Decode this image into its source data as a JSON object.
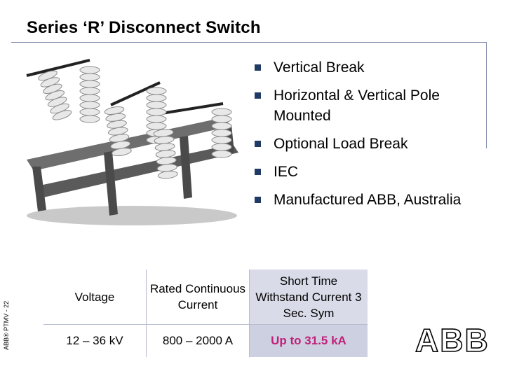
{
  "slide": {
    "title": "Series ‘R’ Disconnect Switch",
    "side_label": "ABB® PTMV - 22"
  },
  "bullets": [
    {
      "text": "Vertical Break"
    },
    {
      "text": "Horizontal & Vertical Pole Mounted"
    },
    {
      "text": "Optional Load Break"
    },
    {
      "text": "IEC"
    },
    {
      "text": "Manufactured ABB, Australia"
    }
  ],
  "spec_table": {
    "headers": [
      "Voltage",
      "Rated Continuous Current",
      "Short Time Withstand Current 3 Sec. Sym"
    ],
    "row": [
      "12 – 36 kV",
      "800 – 2000 A",
      "Up to 31.5 kA"
    ]
  },
  "colors": {
    "bullet": "#1f3b64",
    "highlight_text": "#c0207a",
    "highlight_bg": "#cdd0e0",
    "rule": "#7f8aa8"
  },
  "logo": {
    "text": "ABB"
  }
}
